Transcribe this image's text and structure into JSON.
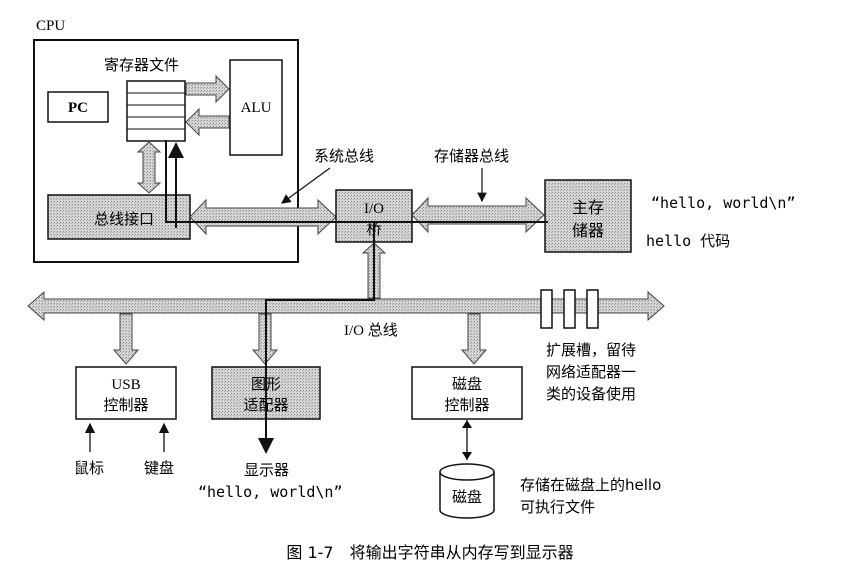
{
  "cpu": {
    "label": "CPU",
    "register_file_label": "寄存器文件",
    "pc_label": "PC",
    "alu_label": "ALU",
    "bus_interface_label": "总线接口"
  },
  "buses": {
    "system_bus_label": "系统总线",
    "memory_bus_label": "存储器总线",
    "io_bus_label": "I/O 总线"
  },
  "io_bridge": {
    "line1": "I/O",
    "line2": "桥"
  },
  "main_memory": {
    "line1": "主存",
    "line2": "储器",
    "string_label": "“hello, world\\n”",
    "code_label": "hello 代码"
  },
  "expansion": {
    "line1": "扩展槽，留待",
    "line2": "网络适配器一",
    "line3": "类的设备使用"
  },
  "usb": {
    "line1": "USB",
    "line2": "控制器",
    "mouse_label": "鼠标",
    "keyboard_label": "键盘"
  },
  "graphics": {
    "line1": "图形",
    "line2": "适配器",
    "display_label": "显示器",
    "display_string": "“hello, world\\n”"
  },
  "disk_controller": {
    "line1": "磁盘",
    "line2": "控制器"
  },
  "disk": {
    "label": "磁盘",
    "note_line1": "存储在磁盘上的hello",
    "note_line2": "可执行文件"
  },
  "caption": "图 1-7　将输出字符串从内存写到显示器"
}
